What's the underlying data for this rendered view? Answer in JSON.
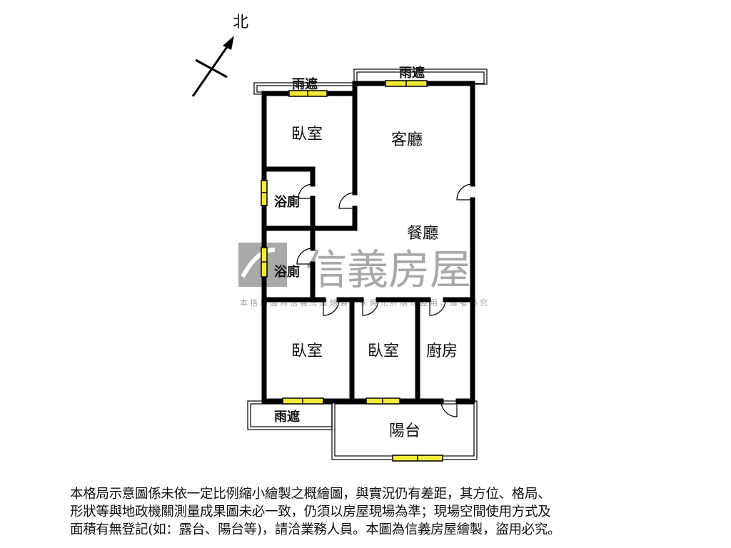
{
  "compass": {
    "north_label": "北"
  },
  "rooms": {
    "bedroom_top": "臥室",
    "living_room": "客廳",
    "bathroom_1": "浴廁",
    "dining_room": "餐廳",
    "bathroom_2": "浴廁",
    "bedroom_bottom_left": "臥室",
    "bedroom_bottom_middle": "臥室",
    "kitchen": "廚房",
    "balcony": "陽台",
    "awning_top_left": "雨遮",
    "awning_top_right": "雨遮",
    "awning_bottom_left": "雨遮"
  },
  "watermark": {
    "brand": "信義房屋",
    "notice": "本格局圖為信義房屋繪製，未經允許請勿盜用，違者必究"
  },
  "colors": {
    "wall": "#000000",
    "window": "#f2ea3a",
    "watermark": "#9a9a9a"
  },
  "disclaimer": [
    "本格局示意圖係未依一定比例縮小繪製之概繪圖，與實況仍有差距，其方位、格局、",
    "形狀等與地政機關測量成果圖未必一致，仍須以房屋現場為準；現場空間使用方式及",
    "面積有無登記(如：露台、陽台等)，請洽業務人員。本圖為信義房屋繪製，盜用必究。"
  ]
}
